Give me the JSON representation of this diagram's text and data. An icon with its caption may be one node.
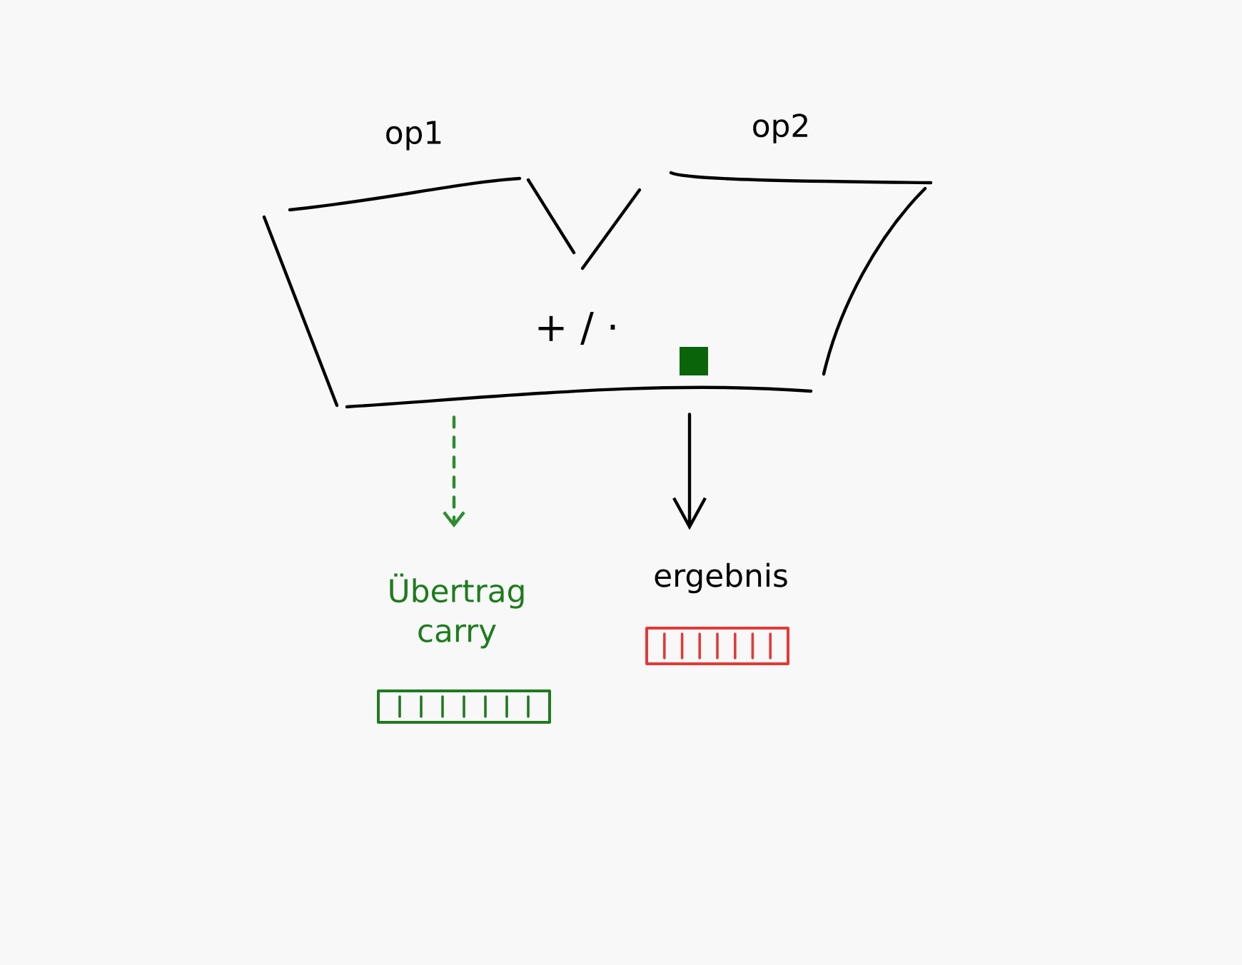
{
  "diagram": {
    "nodes": [
      {
        "text": [
          "+ / ·"
        ],
        "beside": [
          "op1",
          "op2"
        ]
      },
      {
        "text": [
          "Übertrag carry"
        ]
      },
      {
        "text": [
          "ergebnis"
        ]
      }
    ],
    "edges": [
      {
        "from": 0,
        "to": 1,
        "arrow": "to",
        "style": "dashed",
        "color": "#2e8b2e"
      },
      {
        "from": 0,
        "to": 2,
        "arrow": "to",
        "color": "#000000"
      }
    ]
  }
}
